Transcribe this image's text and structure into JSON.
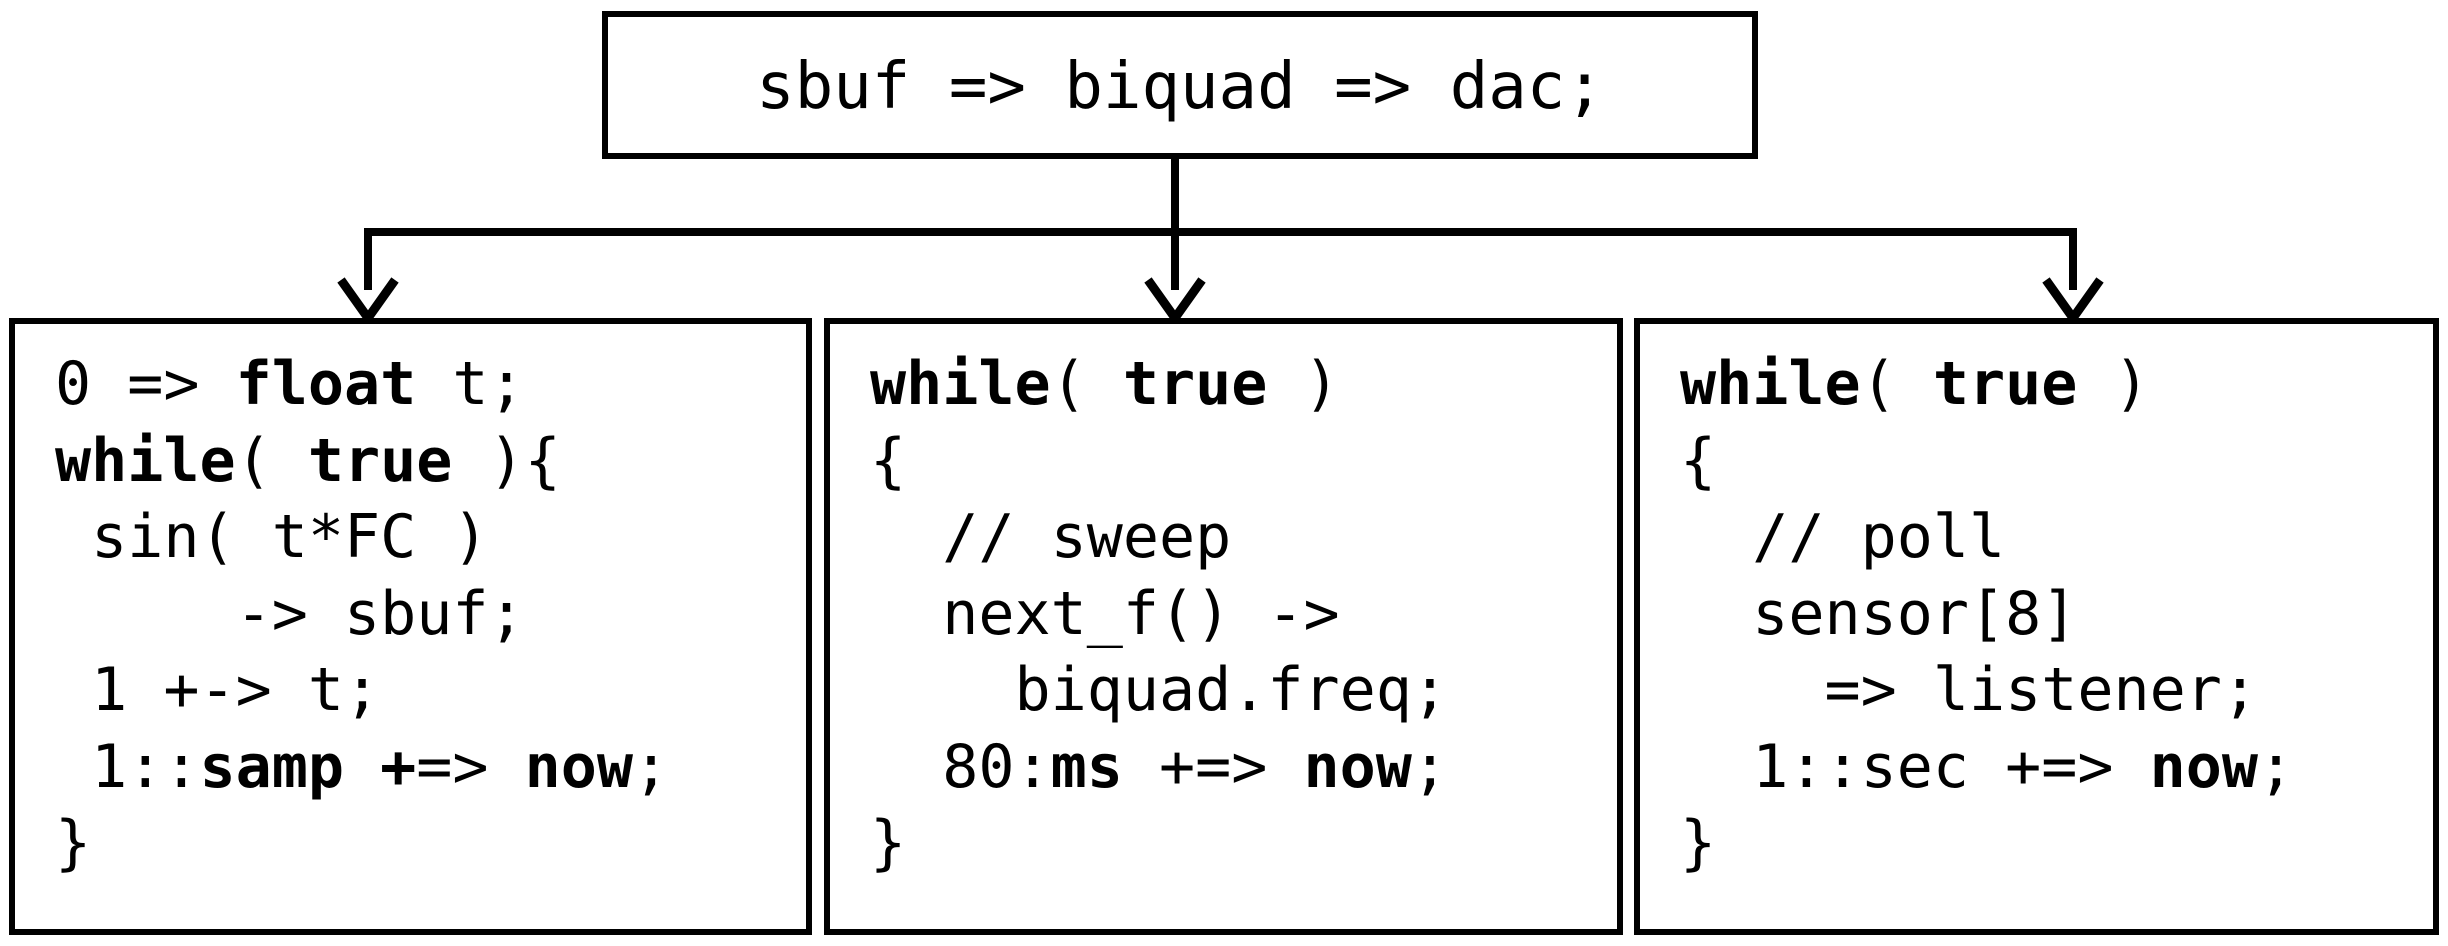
{
  "title_code": "sbuf => biquad => dac;",
  "colors": {
    "ink": "#000000",
    "paper": "#ffffff"
  },
  "icons": [
    "arrow-down-icon",
    "arrow-down-icon",
    "arrow-down-icon"
  ],
  "boxes": [
    {
      "name": "left",
      "lines": [
        [
          {
            "t": "0 => ",
            "b": false
          },
          {
            "t": "float",
            "b": true
          },
          {
            "t": " t;",
            "b": false
          }
        ],
        [
          {
            "t": "while",
            "b": true
          },
          {
            "t": "( ",
            "b": false
          },
          {
            "t": "true",
            "b": true
          },
          {
            "t": " ){",
            "b": false
          }
        ],
        [
          {
            "t": " sin( t*FC )",
            "b": false
          }
        ],
        [
          {
            "t": "     -> sbuf;",
            "b": false
          }
        ],
        [
          {
            "t": " 1 +-> t;",
            "b": false
          }
        ],
        [
          {
            "t": " 1::",
            "b": false
          },
          {
            "t": "samp +",
            "b": true
          },
          {
            "t": "=> ",
            "b": false
          },
          {
            "t": "now",
            "b": true
          },
          {
            "t": ";",
            "b": false
          }
        ],
        [
          {
            "t": "}",
            "b": false
          }
        ]
      ]
    },
    {
      "name": "middle",
      "lines": [
        [
          {
            "t": "while",
            "b": true
          },
          {
            "t": "( ",
            "b": false
          },
          {
            "t": "true",
            "b": true
          },
          {
            "t": " )",
            "b": false
          }
        ],
        [
          {
            "t": "{",
            "b": false
          }
        ],
        [
          {
            "t": "  // sweep",
            "b": false
          }
        ],
        [
          {
            "t": "  next_f() ->",
            "b": false
          }
        ],
        [
          {
            "t": "    biquad.freq;",
            "b": false
          }
        ],
        [
          {
            "t": "  80:",
            "b": false
          },
          {
            "t": "ms",
            "b": true
          },
          {
            "t": " +=> ",
            "b": false
          },
          {
            "t": "now",
            "b": true
          },
          {
            "t": ";",
            "b": false
          }
        ],
        [
          {
            "t": "}",
            "b": false
          }
        ]
      ]
    },
    {
      "name": "right",
      "lines": [
        [
          {
            "t": "while",
            "b": true
          },
          {
            "t": "( ",
            "b": false
          },
          {
            "t": "true",
            "b": true
          },
          {
            "t": " )",
            "b": false
          }
        ],
        [
          {
            "t": "{",
            "b": false
          }
        ],
        [
          {
            "t": "  // poll",
            "b": false
          }
        ],
        [
          {
            "t": "  sensor[8]",
            "b": false
          }
        ],
        [
          {
            "t": "    => listener;",
            "b": false
          }
        ],
        [
          {
            "t": "  1::sec +=> ",
            "b": false
          },
          {
            "t": "now",
            "b": true
          },
          {
            "t": ";",
            "b": false
          }
        ],
        [
          {
            "t": "}",
            "b": false
          }
        ]
      ]
    }
  ]
}
